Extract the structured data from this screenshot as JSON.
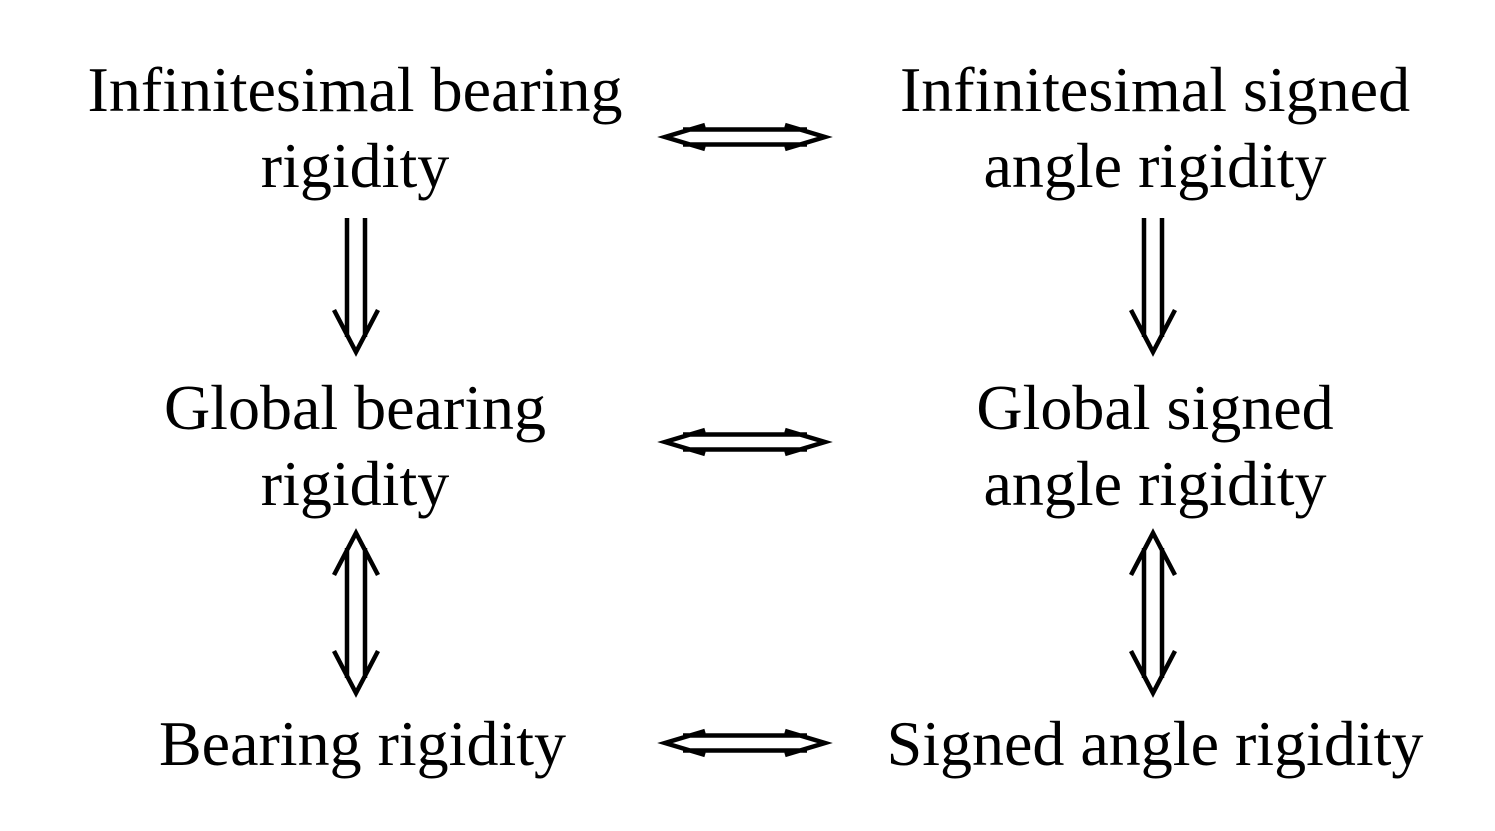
{
  "nodes": {
    "infinitesimal_bearing": {
      "line1": "Infinitesimal bearing",
      "line2": "rigidity"
    },
    "infinitesimal_signed": {
      "line1": "Infinitesimal signed",
      "line2": "angle rigidity"
    },
    "global_bearing": {
      "line1": "Global bearing",
      "line2": "rigidity"
    },
    "global_signed": {
      "line1": "Global signed",
      "line2": "angle rigidity"
    },
    "bearing": {
      "line1": "Bearing rigidity"
    },
    "signed": {
      "line1": "Signed angle rigidity"
    }
  },
  "edges": [
    {
      "from": "infinitesimal_bearing",
      "to": "infinitesimal_signed",
      "relation": "equivalent"
    },
    {
      "from": "global_bearing",
      "to": "global_signed",
      "relation": "equivalent"
    },
    {
      "from": "bearing",
      "to": "signed",
      "relation": "equivalent"
    },
    {
      "from": "infinitesimal_bearing",
      "to": "global_bearing",
      "relation": "implies"
    },
    {
      "from": "infinitesimal_signed",
      "to": "global_signed",
      "relation": "implies"
    },
    {
      "from": "global_bearing",
      "to": "bearing",
      "relation": "equivalent"
    },
    {
      "from": "global_signed",
      "to": "signed",
      "relation": "equivalent"
    }
  ],
  "colors": {
    "text": "#000000",
    "arrow": "#000000",
    "background": "#ffffff"
  }
}
